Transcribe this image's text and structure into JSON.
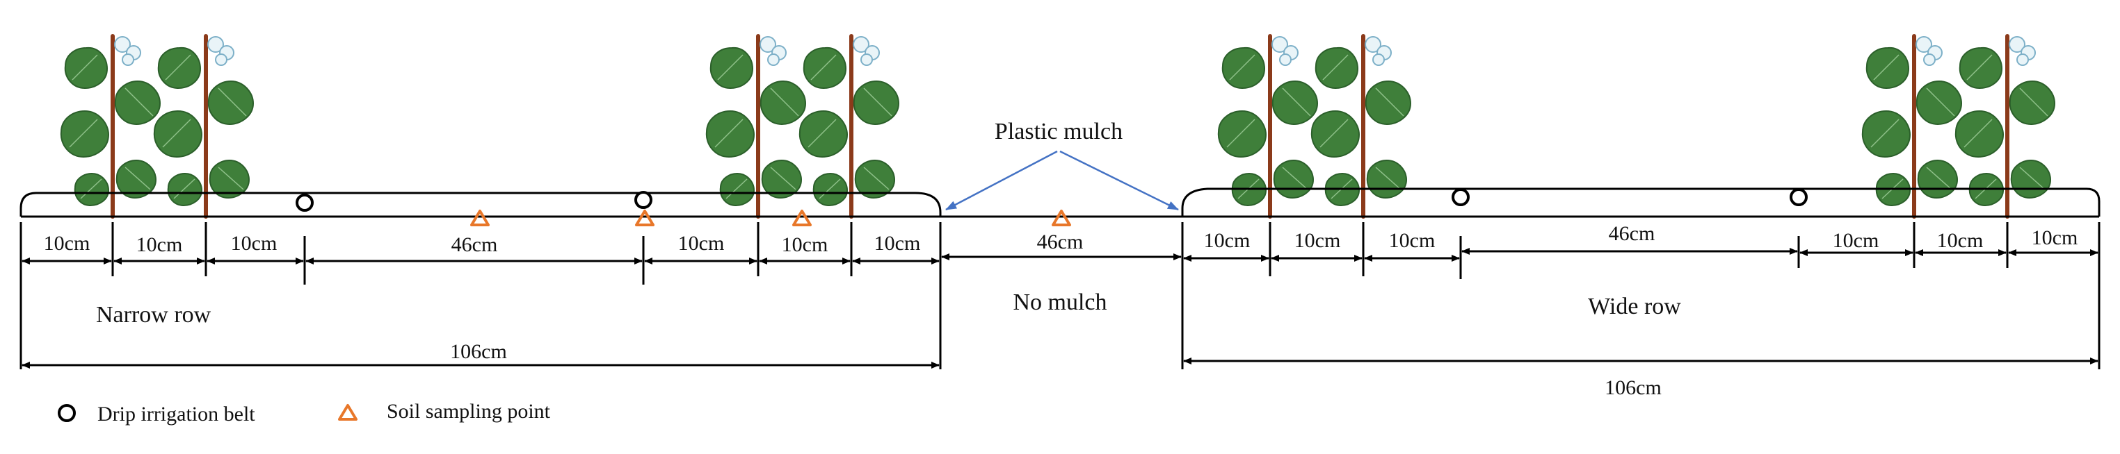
{
  "diagram": {
    "dimensions_left": [
      "10cm",
      "10cm",
      "10cm",
      "46cm",
      "10cm",
      "10cm",
      "10cm"
    ],
    "dimensions_right": [
      "10cm",
      "10cm",
      "10cm",
      "46cm",
      "10cm",
      "10cm",
      "10cm"
    ],
    "gap_dimension": "46cm",
    "left_total": "106cm",
    "right_total": "106cm",
    "narrow_row_label": "Narrow row",
    "wide_row_label": "Wide row",
    "no_mulch_label": "No mulch",
    "plastic_mulch_label": "Plastic mulch"
  },
  "legend": {
    "drip_label": "Drip irrigation belt",
    "soil_label": "Soil sampling point"
  },
  "colors": {
    "soil_marker": "#e8772a",
    "mulch_arrow": "#4472c4",
    "leaf": "#3f7f3a",
    "stem": "#8b3a1a"
  }
}
